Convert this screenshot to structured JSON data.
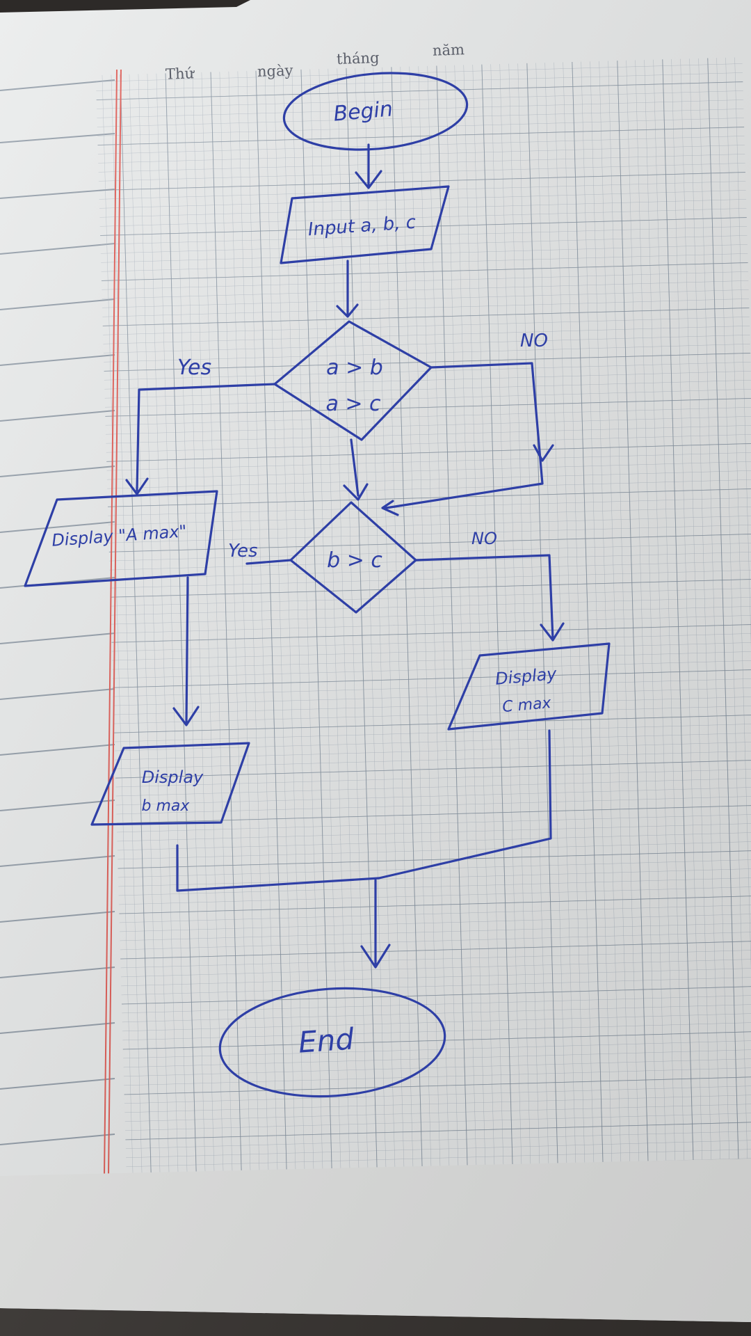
{
  "page": {
    "header": {
      "weekday": "Thứ",
      "day": "ngày",
      "month": "tháng",
      "year": "năm"
    }
  },
  "flowchart": {
    "start": "Begin",
    "input": "Input a, b, c",
    "decision1": {
      "line1": "a > b",
      "line2": "a > c"
    },
    "decision1_yes": "Yes",
    "decision1_no": "NO",
    "output_a": "Display \"A max\"",
    "decision2": "b > c",
    "decision2_yes": "Yes",
    "decision2_no": "NO",
    "output_b": {
      "line1": "Display",
      "line2": "b max"
    },
    "output_c": {
      "line1": "Display",
      "line2": "C max"
    },
    "end": "End"
  },
  "colors": {
    "ink": "#2e3fa6",
    "paper": "#eceeee",
    "grid": "#9aa7b4",
    "margin_line": "#e0554e"
  }
}
